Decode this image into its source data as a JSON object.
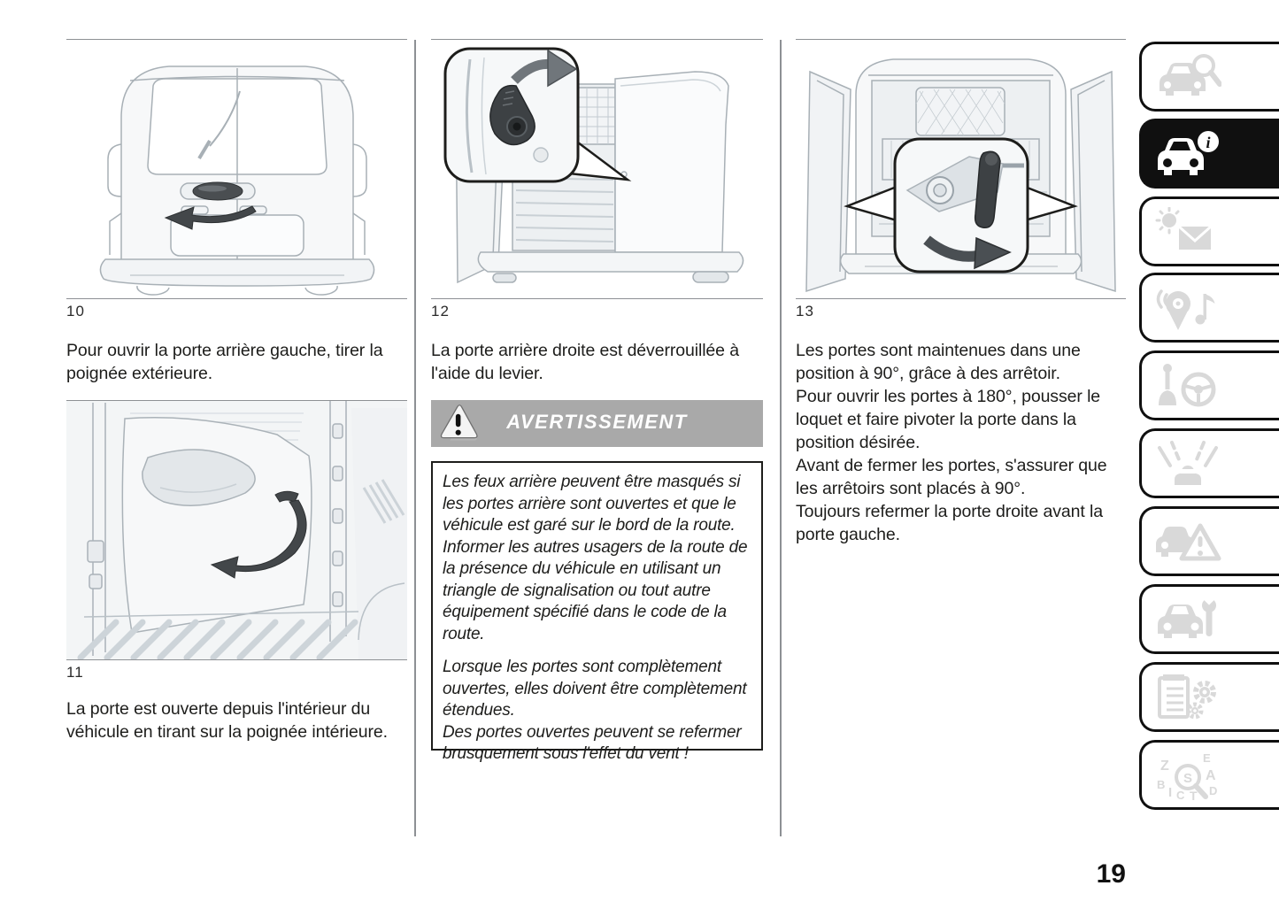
{
  "page": {
    "number": "19"
  },
  "colors": {
    "banner_gray": "#a9a9a9",
    "text": "#1d1d1b",
    "rule_gray": "#8d9094",
    "sidebar_active_bg": "#101010",
    "sidebar_icon_gray": "#d9d9d9"
  },
  "figures": {
    "fig10": {
      "label": "10"
    },
    "fig11": {
      "label": "11"
    },
    "fig12": {
      "label": "12"
    },
    "fig13": {
      "label": "13"
    }
  },
  "col1": {
    "para1": "Pour ouvrir la porte arrière gauche, tirer la poignée extérieure.",
    "para2": "La porte est ouverte depuis l'intérieur du véhicule en tirant sur la poignée intérieure."
  },
  "col2": {
    "para": "La porte arrière droite est déverrouillée à l'aide du levier.",
    "warning": {
      "title": "AVERTISSEMENT",
      "p1": "Les feux arrière peuvent être masqués si les portes arrière sont ouvertes et que le véhicule est garé sur le bord de la route. Informer les autres usagers de la route de la présence du véhicule en utilisant un triangle de signalisation ou tout autre équipement spécifié dans le code de la route.",
      "p2": "Lorsque les portes sont complètement ouvertes, elles doivent être complètement étendues.",
      "p3": "Des portes ouvertes peuvent se refermer brusquement sous l'effet du vent !"
    }
  },
  "col3": {
    "paras": [
      "Les portes sont maintenues dans une position à 90°, grâce à des arrêtoir.",
      "Pour ouvrir les portes à 180°, pousser le loquet et faire pivoter la porte dans la position désirée.",
      "Avant de fermer les portes, s'assurer que les arrêtoirs sont placés à 90°.",
      "Toujours refermer la porte droite avant la porte gauche."
    ]
  },
  "sidebar": {
    "items": [
      {
        "icon": "car-search-icon",
        "active": false
      },
      {
        "icon": "car-info-icon",
        "active": true
      },
      {
        "icon": "warning-light-message-icon",
        "active": false
      },
      {
        "icon": "multimedia-navigation-icon",
        "active": false
      },
      {
        "icon": "gear-lever-steering-icon",
        "active": false
      },
      {
        "icon": "driving-lanes-icon",
        "active": false
      },
      {
        "icon": "emergency-triangle-icon",
        "active": false
      },
      {
        "icon": "car-wrench-icon",
        "active": false
      },
      {
        "icon": "technical-data-icon",
        "active": false
      },
      {
        "icon": "alphabetical-index-icon",
        "active": false
      }
    ]
  }
}
